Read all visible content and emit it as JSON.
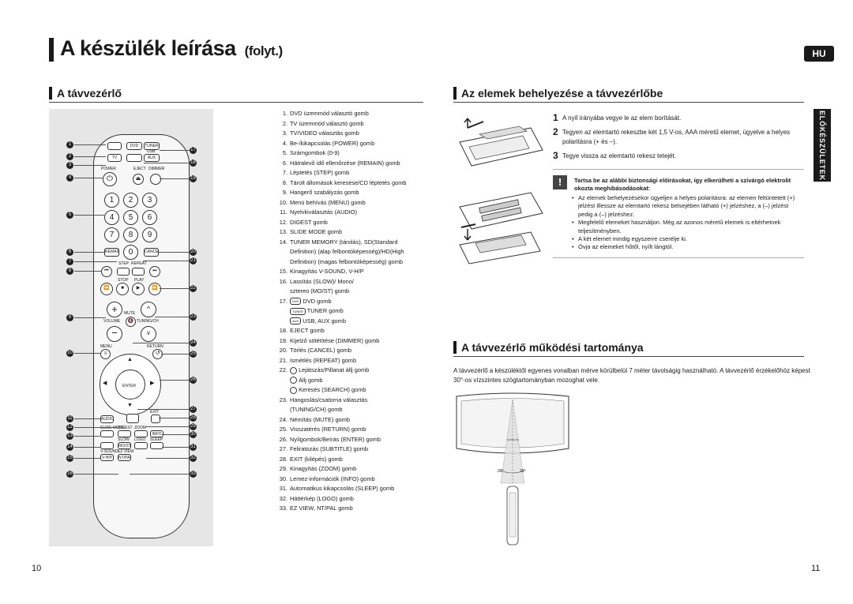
{
  "header": {
    "title": "A készülék leírása",
    "title_suffix": "(folyt.)",
    "language_badge": "HU"
  },
  "left": {
    "section_title": "A távvezérlő",
    "remote": {
      "mode_buttons": [
        "DVD",
        "TUNER",
        "USB",
        "AUX"
      ],
      "labels": {
        "tv": "TV",
        "tv_video": "TV/VIDEO",
        "power": "POWER",
        "eject": "EJECT",
        "dimmer": "DIMMER",
        "remain": "REMAIN",
        "cancel": "CANCEL",
        "step": "STEP",
        "repeat": "REPEAT",
        "stop": "STOP",
        "play": "PLAY",
        "mute": "MUTE",
        "volume": "VOLUME",
        "tuning_ch": "TUNING/CH",
        "menu": "MENU",
        "return": "RETURN",
        "enter": "ENTER",
        "audio": "AUDIO",
        "sub_title": "SUB TITLE",
        "exit": "EXIT",
        "slide_mode": "SLIDE MODE",
        "digest": "DIGEST",
        "zoom": "ZOOM",
        "info": "INFO",
        "tuner_memory": "TUNER MEMORY",
        "sd_hd": "SD/HD",
        "slow": "SLOW",
        "mo_st": "MO/ST",
        "logo": "LOGO",
        "sleep": "SLEEP",
        "v_sound": "V-SOUND",
        "v_hp": "V-H/P",
        "ez_view": "EZ VIEW",
        "nt_pal": "NT/PAL"
      },
      "number_keys": [
        "1",
        "2",
        "3",
        "4",
        "5",
        "6",
        "7",
        "8",
        "9",
        "0"
      ],
      "callouts_left": [
        "1",
        "2",
        "3",
        "4",
        "5",
        "6",
        "7",
        "8",
        "9",
        "10",
        "11",
        "12",
        "13",
        "14",
        "15",
        "16"
      ],
      "callouts_right": [
        "17",
        "18",
        "19",
        "20",
        "21",
        "22",
        "23",
        "24",
        "25",
        "26",
        "27",
        "28",
        "29",
        "30",
        "31",
        "32",
        "33"
      ]
    }
  },
  "legend": [
    {
      "n": "1.",
      "t": "DVD üzemmód választó gomb"
    },
    {
      "n": "2.",
      "t": "TV üzemmód választó gomb"
    },
    {
      "n": "3.",
      "t": "TV/VIDEO választás gomb"
    },
    {
      "n": "4.",
      "t": "Be-/kikapcsolás (POWER) gomb"
    },
    {
      "n": "5.",
      "t": "Számgombok (0-9)"
    },
    {
      "n": "6.",
      "t": "Hátralevő idő ellenőrzése (REMAIN) gomb"
    },
    {
      "n": "7.",
      "t": "Léptetés (STEP) gomb"
    },
    {
      "n": "8.",
      "t": "Tárolt állomások keresése/CD léptetés gomb"
    },
    {
      "n": "9.",
      "t": "Hangerő szabályzás gomb"
    },
    {
      "n": "10.",
      "t": "Menü behívás (MENU) gomb"
    },
    {
      "n": "11.",
      "t": "Nyelvkiválasztás (AUDIO)"
    },
    {
      "n": "12.",
      "t": "DIGEST gomb"
    },
    {
      "n": "13.",
      "t": "SLIDE MODE gomb"
    },
    {
      "n": "14.",
      "t": "TUNER MEMORY (tárolás), SD(Standard"
    },
    {
      "n": "",
      "t": "Definition) (alap felbontóképesség)/HD(High"
    },
    {
      "n": "",
      "t": "Definition) (magas felbontóképesség) gomb"
    },
    {
      "n": "15.",
      "t": "Kinagyítás V-SOUND, V-H/P"
    },
    {
      "n": "16.",
      "t": "Lassítás (SLOW)/ Mono/"
    },
    {
      "n": "",
      "t": "sztereo (MO/ST) gomb"
    },
    {
      "n": "17.",
      "t": "DVD gomb",
      "key": "DVD"
    },
    {
      "n": "",
      "t": "TUNER gomb",
      "key": "TUNER"
    },
    {
      "n": "",
      "t": "USB, AUX gomb",
      "key": "AUX"
    },
    {
      "n": "18.",
      "t": "EJECT gomb"
    },
    {
      "n": "19.",
      "t": "Kijelző sötétítése (DIMMER) gomb"
    },
    {
      "n": "20.",
      "t": "Törlés (CANCEL) gomb"
    },
    {
      "n": "21.",
      "t": "Ismétlés (REPEAT) gomb"
    },
    {
      "n": "22.",
      "t": "Lejátszás/Pillanat állj gomb",
      "circ": true
    },
    {
      "n": "",
      "t": "Állj gomb",
      "circ": true
    },
    {
      "n": "",
      "t": "Keresés (SEARCH) gomb",
      "circ": true
    },
    {
      "n": "23.",
      "t": "Hangoslás/csatorna választás"
    },
    {
      "n": "",
      "t": "(TUNING/CH) gomb"
    },
    {
      "n": "24.",
      "t": "Némítás (MUTE) gomb"
    },
    {
      "n": "25.",
      "t": "Visszatérés (RETURN) gomb"
    },
    {
      "n": "26.",
      "t": "Nyílgombok/Beírás (ENTER) gomb"
    },
    {
      "n": "27.",
      "t": "Feliratozás (SUBTITLE) gomb"
    },
    {
      "n": "28.",
      "t": "EXIT (kilépés) gomb"
    },
    {
      "n": "29.",
      "t": "Kinagyítás (ZOOM) gomb"
    },
    {
      "n": "30.",
      "t": "Lemez-információk (INFO) gomb"
    },
    {
      "n": "31.",
      "t": "Automatikus kikapcsolás (SLEEP) gomb"
    },
    {
      "n": "32.",
      "t": "Háttérkép (LOGO) gomb"
    },
    {
      "n": "33.",
      "t": "EZ VIEW, NT/PAL gomb"
    }
  ],
  "battery": {
    "section_title": "Az elemek behelyezése a távvezérlőbe",
    "steps": [
      {
        "n": "1",
        "t": "A nyíl irányába vegye le az elem borítását."
      },
      {
        "n": "2",
        "t": "Tegyen az elemtartó rekeszbe két 1,5 V-os, AAA méretű elemet, ügyelve a helyes polaritásra (+ és –)."
      },
      {
        "n": "3",
        "t": "Tegye vissza az elemtartó rekesz tetejét."
      }
    ],
    "caution_title": "Tartsa be az alábbi biztonsági előírásokat, így elkerülheti a szivárgó elektrolit okozta meghibásodásokat:",
    "caution_items": [
      "Az elemek behelyezésekor ügyeljen a helyes polaritásra: az elemen feltüntetett (+) jelzést illessze az elemtartó rekesz belsejében látható (+) jelzéshez, a (–) jelzést pedig a (–) jelzéshez.",
      "Megfelelő elemeket használjon. Még az azonos méretű elemek is eltérhetnek teljesítményben.",
      "A két elemet mindig egyszerre cserélje ki.",
      "Óvja az elemeket hőtől, nyílt lángtól."
    ]
  },
  "side_tab": "ELŐKÉSZÜLETEK",
  "range": {
    "section_title": "A távvezérlő működési tartománya",
    "text": "A távvezérlő a készüléktől egyenes vonalban mérve körülbelül 7 méter távolságig használható. A távvezérlő érzékelőhöz képest 30°-os vízszintes szögtartományban mozoghat vele.",
    "angle_label_left": "30°",
    "angle_label_right": "30°",
    "brand_mark": "SAMSUNG"
  },
  "footer": {
    "page_left": "10",
    "page_right": "11"
  }
}
